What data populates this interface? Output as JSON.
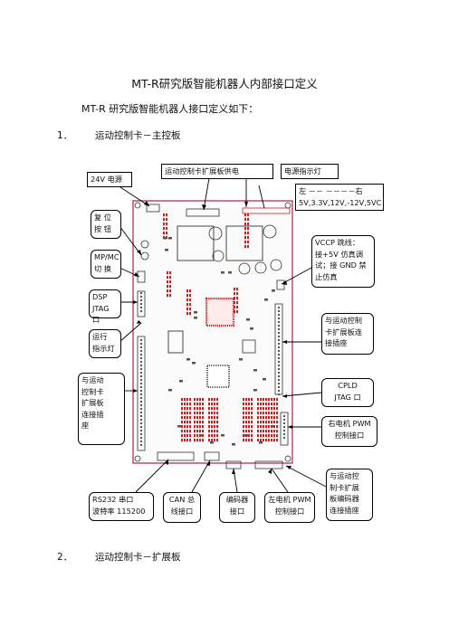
{
  "doc": {
    "title": "MT-R研究版智能机器人内部接口定义",
    "subtitle": "MT-R 研究版智能机器人接口定义如下：",
    "section1": {
      "num": "1．",
      "label": "运动控制卡－主控板"
    },
    "section2": {
      "num": "2．",
      "label": "运动控制卡－扩展板"
    }
  },
  "callouts": {
    "power24v": "24V 电源",
    "ext_power": "运动控制卡扩展板供电",
    "power_led": "电源指示灯",
    "led_order": "左 －－ －－－－右\n5V,3.3V,12V,-12V,5VC",
    "reset": "复 位\n按 钮",
    "mpmc": "MP/MC\n切 换",
    "dsp_jtag": "DSP\nJTAG 口",
    "run_led": "运行\n指示灯",
    "left_ext": "与运动\n控制卡\n扩展板\n连接插\n座",
    "vccp": "VCCP 跳线：\n接+5V 仿真调\n试；接 GND 禁\n止仿真",
    "right_ext": "与运动控制\n卡扩展板连\n接插座",
    "cpld": "CPLD\nJTAG 口",
    "right_pwm": "右电机 PWM\n控制接口",
    "enc_ext": "与运动控\n制卡扩展\n板编码器\n连接插座",
    "rs232": "RS232 串口\n波特率 115200",
    "can": "CAN 总\n线接口",
    "encoder": "编码器\n接口",
    "left_pwm": "左电机 PWM\n控制接口"
  },
  "colors": {
    "board_outline": "#b0306a",
    "smd_red": "#cc2020",
    "ic_red": "#d01818",
    "silk": "#333333"
  }
}
